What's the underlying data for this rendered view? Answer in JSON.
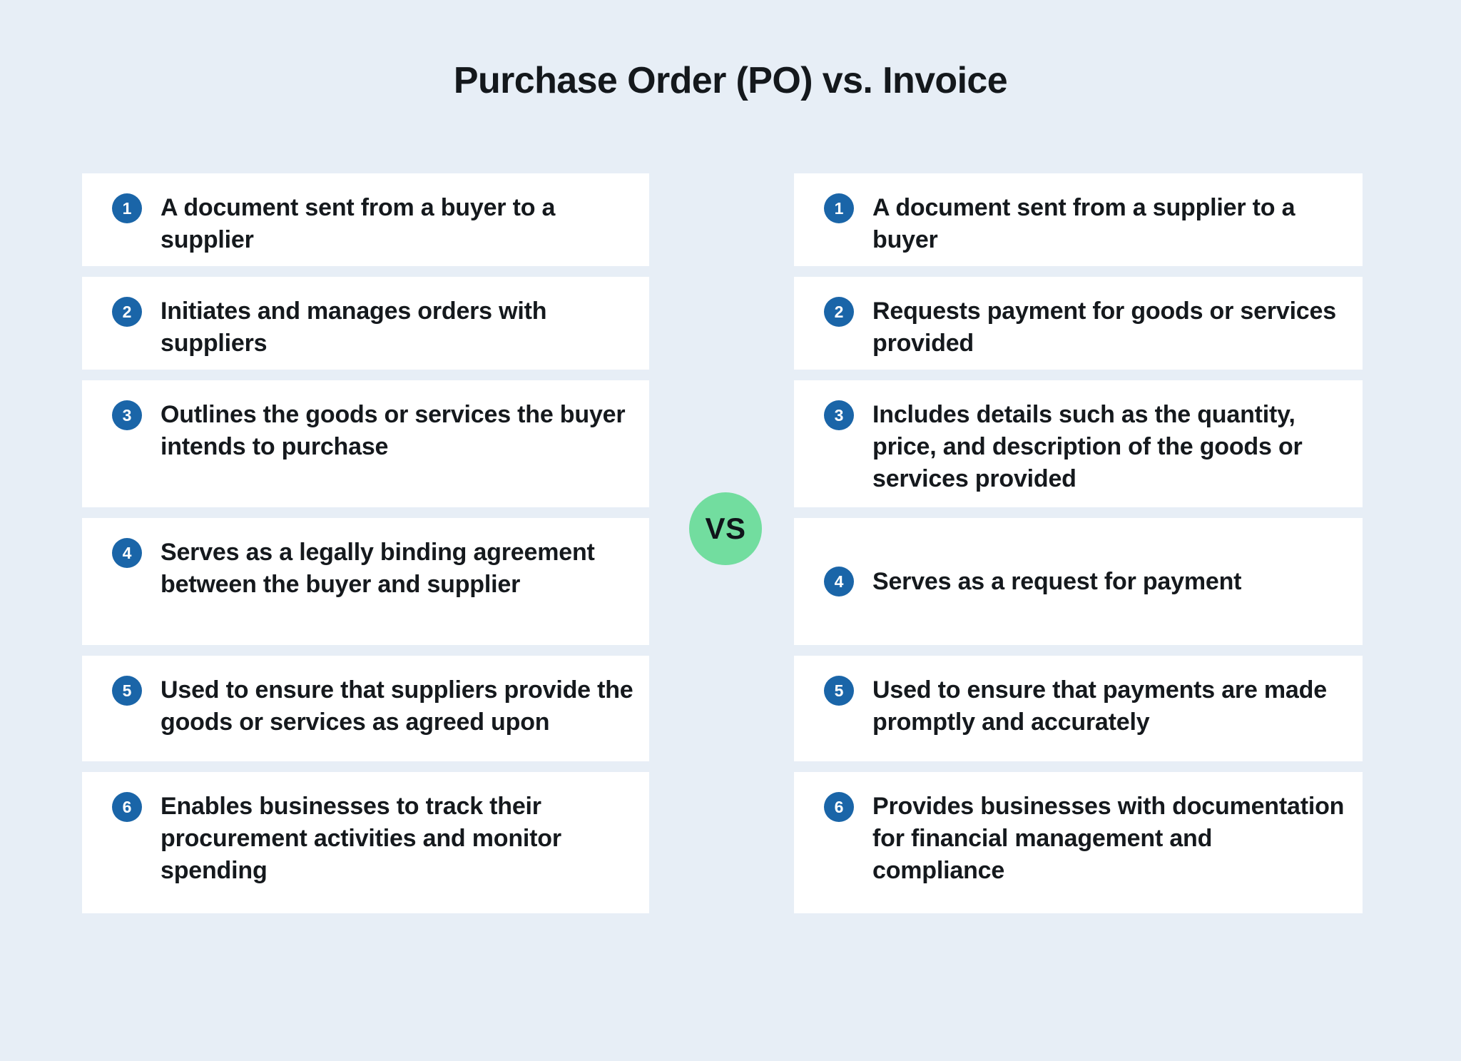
{
  "title": "Purchase Order (PO) vs. Invoice",
  "divider": {
    "label": "VS"
  },
  "colors": {
    "background": "#e7eef6",
    "card": "#ffffff",
    "badge_blue": "#1a65a8",
    "vs_green": "#72dd9f",
    "text": "#15191d"
  },
  "columns": [
    {
      "id": "purchase-order",
      "items": [
        {
          "number": "1",
          "text": "A document sent from a buyer to a supplier"
        },
        {
          "number": "2",
          "text": "Initiates and manages orders with suppliers"
        },
        {
          "number": "3",
          "text": "Outlines the goods or services the buyer intends to purchase"
        },
        {
          "number": "4",
          "text": "Serves as a legally binding agreement between the buyer and supplier"
        },
        {
          "number": "5",
          "text": "Used to ensure that suppliers provide the goods or services as agreed upon"
        },
        {
          "number": "6",
          "text": "Enables businesses to track their procurement activities and monitor spending"
        }
      ]
    },
    {
      "id": "invoice",
      "items": [
        {
          "number": "1",
          "text": "A document sent from a supplier to a buyer"
        },
        {
          "number": "2",
          "text": "Requests payment for goods or services provided"
        },
        {
          "number": "3",
          "text": "Includes details such as the quantity, price, and description of the goods or services provided"
        },
        {
          "number": "4",
          "text": "Serves as a request for payment"
        },
        {
          "number": "5",
          "text": "Used to ensure that payments are made promptly and accurately"
        },
        {
          "number": "6",
          "text": "Provides businesses with documentation for financial management and compliance"
        }
      ]
    }
  ]
}
